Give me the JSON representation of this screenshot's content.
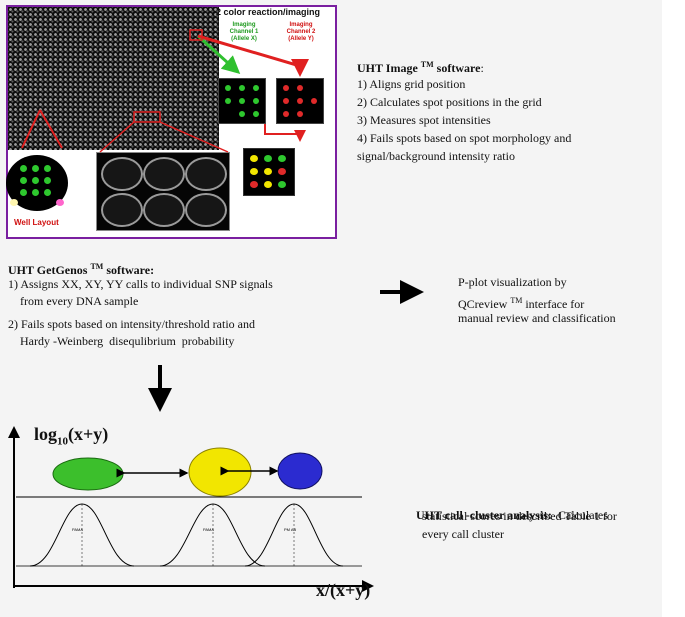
{
  "image_panel": {
    "title": "2 color reaction/imaging",
    "channel1": "Imaging\nChannel 1\n(Allele X)",
    "channel2": "Imaging\nChannel 2\n(Allele Y)",
    "well_layout": "Well Layout",
    "colors": {
      "frame": "#7a1fa0",
      "green": "#1e9a1e",
      "red": "#d01010",
      "yellow": "#f2e600"
    }
  },
  "uht_image": {
    "title_main": "UHT Image",
    "title_tm": "TM",
    "title_rest": " software",
    "title_colon": ":",
    "items": [
      "1) Aligns grid position",
      "2) Calculates spot positions in the grid",
      "3) Measures spot intensities",
      "4) Fails spots based on spot morphology and",
      "signal/background intensity ratio"
    ]
  },
  "getgenos": {
    "title_main": "UHT  GetGenos",
    "title_tm": "TM",
    "title_rest": " software:",
    "items": [
      "1) Assigns XX, XY, YY calls to individual SNP signals",
      "    from every DNA sample",
      "2) Fails spots based on intensity/threshold ratio and",
      "    Hardy -Weinberg  disequlibrium  probability"
    ]
  },
  "pplot": {
    "line1": "P-plot visualization by",
    "line2_a": "QCreview ",
    "line2_tm": "TM",
    "line2_b": " interface for",
    "line3": "manual review and classification"
  },
  "plot": {
    "ylabel_base": "log",
    "ylabel_sub": "10",
    "ylabel_rest": "(x+y)",
    "xlabel": "x/(x+y)",
    "cluster_colors": [
      "#3cbf2c",
      "#f2e600",
      "#2b2bd0"
    ],
    "curve_labels": [
      "PAMA",
      "PAMA",
      "PM AB"
    ]
  },
  "cluster_analysis": {
    "title": "UHT call -cluster analysis:",
    "text_a": "  Calculates",
    "line2": "statistical scores in described Table 1 for",
    "line3": "every call cluster"
  }
}
